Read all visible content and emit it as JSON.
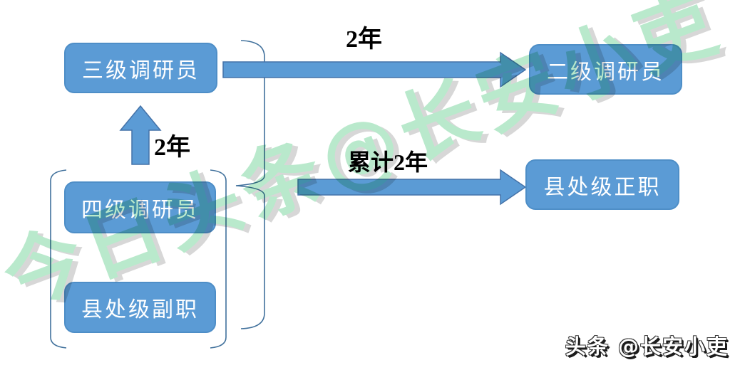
{
  "nodes": {
    "third_level_researcher": "三级调研员",
    "second_level_researcher": "二级调研员",
    "county_division_principal": "县处级正职",
    "fourth_level_researcher": "四级调研员",
    "county_division_deputy": "县处级副职"
  },
  "arrow_labels": {
    "up_arrow": "2年",
    "top_arrow": "2年",
    "middle_arrow": "累计2年"
  },
  "watermark": {
    "diagonal_text": "今日头条@长安小吏",
    "attribution": "头条 @长安小吏"
  },
  "colors": {
    "node_fill": "#5B9BD5",
    "node_border": "#4E8EC7",
    "node_text": "#FFFFFF",
    "arrow_fill": "#5B9BD5",
    "arrow_outline": "#4472A8",
    "bracket_line": "#41719C",
    "watermark_green": "#ADE6C3",
    "watermark_shadow": "#AAAAAA",
    "label_text": "#000000"
  }
}
